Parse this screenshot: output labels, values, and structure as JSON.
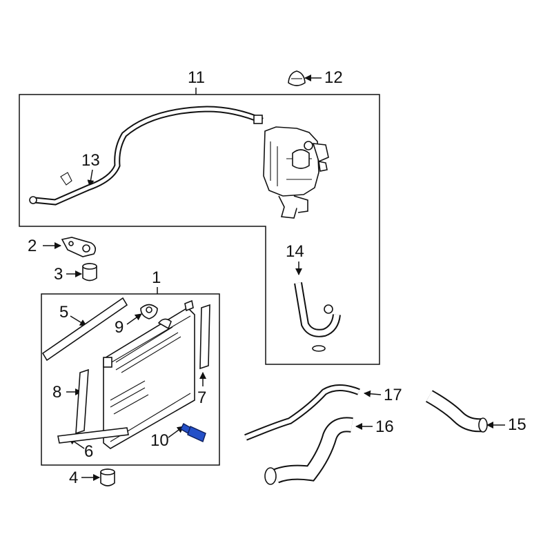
{
  "callouts": {
    "c1": "1",
    "c2": "2",
    "c3": "3",
    "c4": "4",
    "c5": "5",
    "c6": "6",
    "c7": "7",
    "c8": "8",
    "c9": "9",
    "c10": "10",
    "c11": "11",
    "c12": "12",
    "c13": "13",
    "c14": "14",
    "c15": "15",
    "c16": "16",
    "c17": "17"
  },
  "colors": {
    "line": "#111111",
    "highlight": "#2450c8"
  }
}
